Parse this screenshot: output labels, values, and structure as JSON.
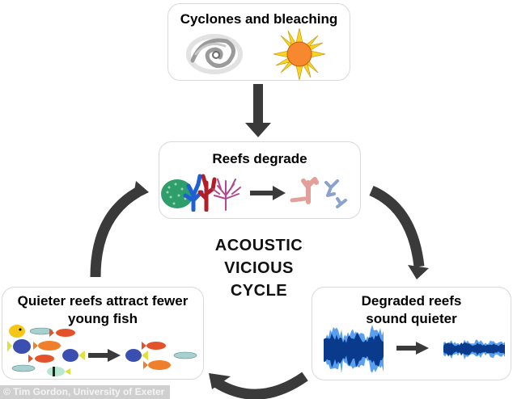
{
  "diagram": {
    "center_label": [
      "ACOUSTIC",
      "VICIOUS",
      "CYCLE"
    ],
    "stages": [
      {
        "id": "cyclones",
        "title": "Cyclones and bleaching",
        "icons": [
          "cyclone-icon",
          "sun-icon"
        ]
      },
      {
        "id": "reefs",
        "title": "Reefs degrade",
        "icons": [
          "healthy-coral-icon",
          "arrow-right-icon",
          "degraded-coral-icon"
        ]
      },
      {
        "id": "sound",
        "title_lines": [
          "Degraded reefs",
          "sound quieter"
        ],
        "icons": [
          "loud-waveform-icon",
          "arrow-right-icon",
          "quiet-waveform-icon"
        ]
      },
      {
        "id": "fish",
        "title_lines": [
          "Quieter reefs attract fewer",
          "young fish"
        ],
        "icons": [
          "many-fish-icon",
          "arrow-right-icon",
          "few-fish-icon"
        ]
      }
    ],
    "flow": [
      {
        "from": "Cyclones and bleaching",
        "to": "Reefs degrade"
      },
      {
        "from": "Reefs degrade",
        "to": "Degraded reefs sound quieter"
      },
      {
        "from": "Degraded reefs sound quieter",
        "to": "Quieter reefs attract fewer young fish"
      },
      {
        "from": "Quieter reefs attract fewer young fish",
        "to": "Reefs degrade"
      }
    ],
    "credit": "© Tim Gordon, University of Exeter"
  },
  "colors": {
    "arrow": "#3a3a3a",
    "box_border": "#d9d9d9",
    "sun_fill": "#f7882f",
    "sun_rays": "#f9d423",
    "coral_green": "#2e9e6a",
    "coral_blue": "#1f5fd6",
    "coral_red": "#b01e28",
    "coral_pink": "#b6468e",
    "degraded_pink": "#e3a09a",
    "degraded_blue": "#8aa2cc",
    "wave_dark": "#0a3a8c",
    "wave_light": "#5aa0f0"
  }
}
